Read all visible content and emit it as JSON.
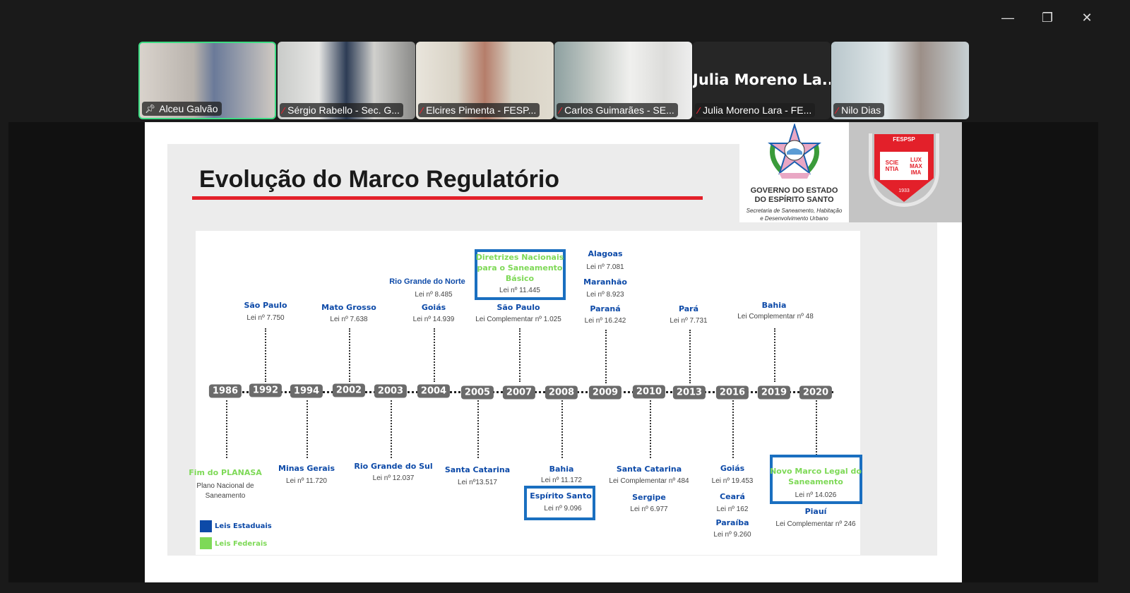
{
  "window": {
    "minimize": "—",
    "restore": "❐",
    "close": "✕"
  },
  "participants": [
    {
      "name": "Alceu Galvão",
      "status": "pinned"
    },
    {
      "name": "Sérgio Rabello - Sec. G...",
      "status": "muted"
    },
    {
      "name": "Elcires Pimenta - FESP...",
      "status": "muted"
    },
    {
      "name": "Carlos Guimarães - SE...",
      "status": "muted"
    },
    {
      "name": "Julia Moreno Lara - FE...",
      "status": "muted",
      "display": "Julia Moreno La..."
    },
    {
      "name": "Nilo Dias",
      "status": "muted"
    }
  ],
  "slide": {
    "title": "Evolução do Marco Regulatório",
    "logo_es": {
      "line1": "GOVERNO DO ESTADO",
      "line2": "DO ESPÍRITO SANTO",
      "line3": "Secretaria de Saneamento, Habitação",
      "line4": "e Desenvolvimento Urbano"
    },
    "logo_fespsp": {
      "top": "FESPSP",
      "left": "SCIE NTIA",
      "right": "LUX MAX IMA",
      "year": "1933"
    },
    "years": [
      "1986",
      "1992",
      "1994",
      "2002",
      "2003",
      "2004",
      "2005",
      "2007",
      "2008",
      "2009",
      "2010",
      "2013",
      "2016",
      "2019",
      "2020"
    ],
    "above": {
      "y1992": [
        {
          "state": "São Paulo",
          "law": "Lei nº 7.750"
        }
      ],
      "y2002": [
        {
          "state": "Mato Grosso",
          "law": "Lei nº 7.638"
        }
      ],
      "y2004": [
        {
          "state": "Rio Grande do Norte",
          "law": "Lei nº 8.485"
        },
        {
          "state": "Goiás",
          "law": "Lei nº 14.939"
        }
      ],
      "y2007": [
        {
          "federal_l1": "Diretrizes Nacionais",
          "federal_l2": "para o Saneamento",
          "federal_l3": "Básico",
          "law_f": "Lei nº 11.445"
        },
        {
          "state": "São Paulo",
          "law": "Lei Complementar nº 1.025"
        }
      ],
      "y2009": [
        {
          "state": "Alagoas",
          "law": "Lei nº 7.081"
        },
        {
          "state": "Maranhão",
          "law": "Lei nº 8.923"
        },
        {
          "state": "Paraná",
          "law": "Lei nº 16.242"
        }
      ],
      "y2013": [
        {
          "state": "Pará",
          "law": "Lei nº 7.731"
        }
      ],
      "y2019": [
        {
          "state": "Bahia",
          "law": "Lei Complementar nº 48"
        }
      ]
    },
    "below": {
      "y1986": [
        {
          "federal": "Fim do PLANASA",
          "desc1": "Plano Nacional de",
          "desc2": "Saneamento"
        }
      ],
      "y1994": [
        {
          "state": "Minas Gerais",
          "law": "Lei nº 11.720"
        }
      ],
      "y2003": [
        {
          "state": "Rio Grande do Sul",
          "law": "Lei nº 12.037"
        }
      ],
      "y2005": [
        {
          "state": "Santa Catarina",
          "law": "Lei nº13.517"
        }
      ],
      "y2008": [
        {
          "state": "Bahia",
          "law": "Lei nº 11.172"
        },
        {
          "state": "Espírito Santo",
          "law": "Lei nº 9.096"
        }
      ],
      "y2010": [
        {
          "state": "Santa Catarina",
          "law": "Lei Complementar nº 484"
        },
        {
          "state": "Sergipe",
          "law": "Lei nº 6.977"
        }
      ],
      "y2016": [
        {
          "state": "Goiás",
          "law": "Lei nº 19.453"
        },
        {
          "state": "Ceará",
          "law": "Lei nº 162"
        },
        {
          "state": "Paraíba",
          "law": "Lei nº 9.260"
        }
      ],
      "y2020": [
        {
          "federal_l1": "Novo Marco Legal do",
          "federal_l2": "Saneamento",
          "law_f": "Lei nº 14.026"
        },
        {
          "state": "Piauí",
          "law": "Lei Complementar nº 246"
        }
      ]
    },
    "legend": [
      {
        "label": "Leis Estaduais",
        "color": "#0d4aa8"
      },
      {
        "label": "Leis Federais",
        "color": "#7ed957"
      }
    ]
  }
}
